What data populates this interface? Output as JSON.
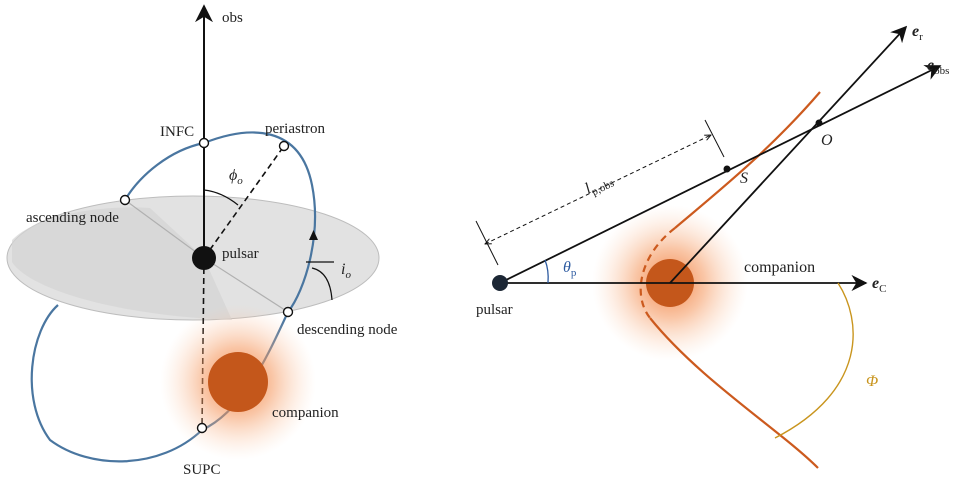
{
  "left_diagram": {
    "obs_label": "obs",
    "infc_label": "INFC",
    "periastron_label": "periastron",
    "ascending_node_label": "ascending node",
    "pulsar_label": "pulsar",
    "descending_node_label": "descending node",
    "companion_label": "companion",
    "supc_label": "SUPC",
    "phi_symbol": "ϕ",
    "phi_sub": "o",
    "incl_symbol": "i",
    "incl_sub": "o"
  },
  "right_diagram": {
    "pulsar_label": "pulsar",
    "companion_label": "companion",
    "er_symbol": "e",
    "er_sub": "r",
    "eobs_symbol": "e",
    "eobs_sub": "obs",
    "ec_symbol": "e",
    "ec_sub": "C",
    "O_label": "O",
    "S_label": "S",
    "l_symbol": "l",
    "l_sub": "p,obs",
    "theta_symbol": "θ",
    "theta_sub": "p",
    "Phi_symbol": "Φ"
  },
  "colors": {
    "orbit_blue": "#4a76a0",
    "companion_orange": "#c4571b",
    "glow_orange": "#f08a4b",
    "plane_gray": "#e0e0e0",
    "shock_orange": "#cc5a1e",
    "angle_gold": "#c9951e",
    "angle_blue": "#2c5aa0"
  }
}
